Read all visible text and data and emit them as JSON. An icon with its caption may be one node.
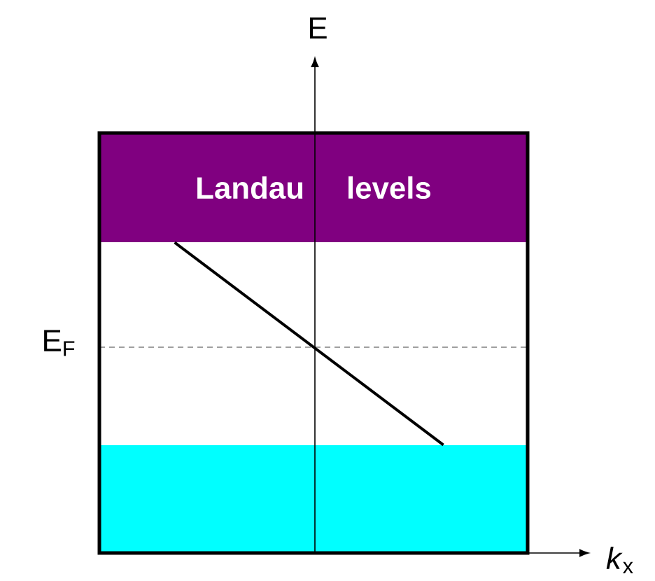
{
  "diagram": {
    "nodes": [
      {
        "text": [
          "Landau levels"
        ]
      },
      {
        "text": [],
        "shape": "bar"
      }
    ],
    "edges": [
      {
        "from": 0,
        "to": 1,
        "arrow": "none"
      }
    ],
    "labels": [
      "E",
      "E$_{F}$",
      "*k*$_{x}$"
    ]
  }
}
